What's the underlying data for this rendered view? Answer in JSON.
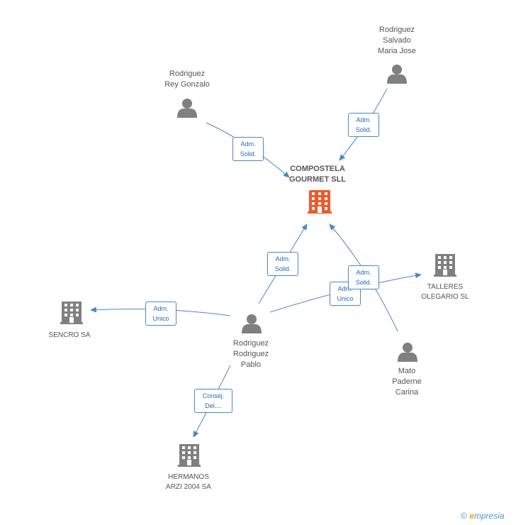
{
  "nodes": {
    "compostela": "COMPOSTELA\nGOURMET SLL",
    "rey_gonzalo": "Rodriguez\nRey Gonzalo",
    "salvado": "Rodriguez\nSalvado\nMaria Jose",
    "pablo": "Rodriguez\nRodriguez\nPablo",
    "sencro": "SENCRO SA",
    "talleres": "TALLERES\nOLEGARIO SL",
    "mato": "Mato\nPaderne\nCarina",
    "hermanos": "HERMANOS\nARZI 2004 SA"
  },
  "edges": {
    "rey_to_comp": "Adm.\nSolid.",
    "salvado_to_comp": "Adm.\nSolid.",
    "pablo_to_comp": "Adm.\nSolid.",
    "pablo_to_sencro": "Adm.\nUnico",
    "pablo_to_talleres": "Adm.\nUnico",
    "mato_to_comp": "Adm.\nSolid.",
    "pablo_to_hermanos": "Consej.\nDel...."
  },
  "footer": {
    "copyright": "©",
    "brand_e": "e",
    "brand_rest": "mpresia"
  },
  "colors": {
    "main_company": "#f05a28",
    "company": "#808080",
    "person": "#808080",
    "edge": "#4a86c8"
  }
}
